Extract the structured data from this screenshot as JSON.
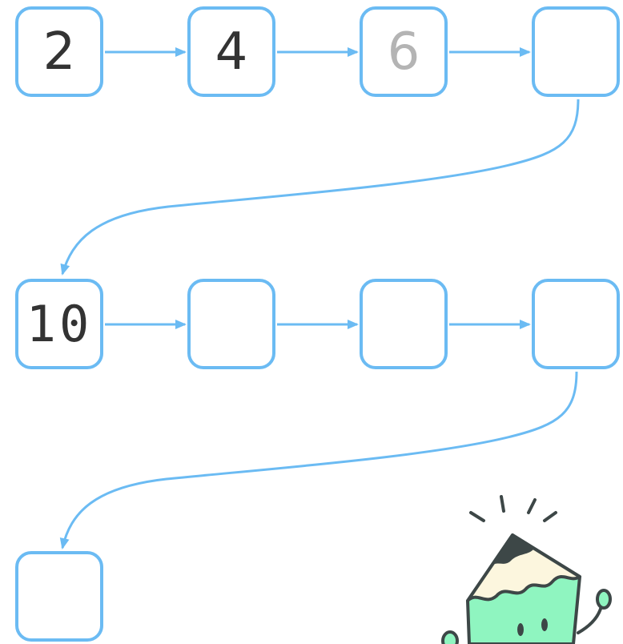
{
  "sequence": {
    "cells": [
      {
        "value": "2",
        "style": "filled"
      },
      {
        "value": "4",
        "style": "filled"
      },
      {
        "value": "6",
        "style": "hint"
      },
      {
        "value": "",
        "style": "blank"
      },
      {
        "value": "10",
        "style": "filled"
      },
      {
        "value": "",
        "style": "blank"
      },
      {
        "value": "",
        "style": "blank"
      },
      {
        "value": "",
        "style": "blank"
      },
      {
        "value": "",
        "style": "blank"
      }
    ]
  },
  "colors": {
    "box_border": "#6bbbf3",
    "arrow": "#6bbbf3",
    "number": "#333333",
    "hint_number": "#b4b4b4",
    "mascot_body": "#8ff5c0",
    "mascot_tip": "#3d4747",
    "mascot_wood": "#fcf6de"
  },
  "mascot": {
    "icon": "pencil-character-icon"
  }
}
